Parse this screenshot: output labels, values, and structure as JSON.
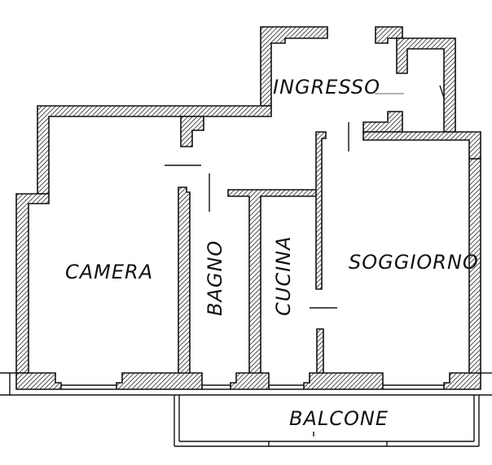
{
  "rooms": {
    "ingresso": "INGRESSO",
    "camera": "CAMERA",
    "bagno": "BAGNO",
    "cucina": "CUCINA",
    "soggiorno": "SOGGIORNO",
    "balcone": "BALCONE"
  }
}
